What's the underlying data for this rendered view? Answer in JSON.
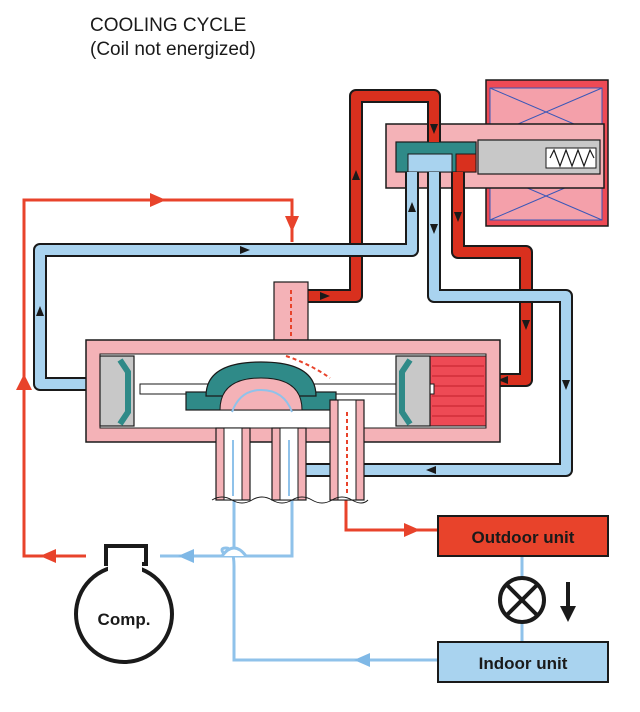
{
  "title": {
    "line1": "COOLING CYCLE",
    "line2": "(Coil not energized)"
  },
  "labels": {
    "outdoor_unit": "Outdoor unit",
    "indoor_unit": "Indoor unit",
    "compressor": "Comp."
  },
  "colors": {
    "hot_line": "#e8432b",
    "hot_pipe": "#d9301e",
    "cold_pipe": "#a9d3ef",
    "cold_line": "#7fb8e6",
    "valve_body": "#f4b2b7",
    "coil": "#ee4a55",
    "piston": "#2f8a88",
    "outline": "#1a1a1a"
  }
}
